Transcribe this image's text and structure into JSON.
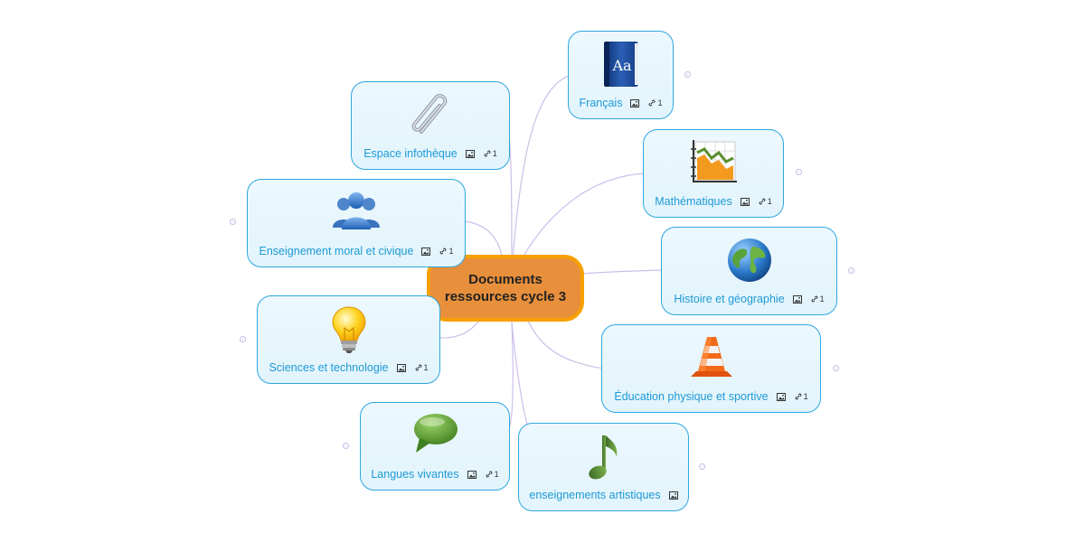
{
  "root": {
    "title": "Documents\nressources cycle 3"
  },
  "topics": [
    {
      "id": "francais",
      "label": "Français",
      "icon": "book-icon",
      "has_image": true,
      "link_count": "1"
    },
    {
      "id": "espace-infotheque",
      "label": "Espace infothèque",
      "icon": "paperclip-icon",
      "has_image": true,
      "link_count": "1"
    },
    {
      "id": "mathematiques",
      "label": "Mathématiques",
      "icon": "chart-icon",
      "has_image": true,
      "link_count": "1"
    },
    {
      "id": "emc",
      "label": "Enseignement moral et civique",
      "icon": "people-icon",
      "has_image": true,
      "link_count": "1"
    },
    {
      "id": "histoire-geo",
      "label": "Histoire et géographie",
      "icon": "globe-icon",
      "has_image": true,
      "link_count": "1"
    },
    {
      "id": "sciences",
      "label": "Sciences et technologie",
      "icon": "lightbulb-icon",
      "has_image": true,
      "link_count": "1"
    },
    {
      "id": "eps",
      "label": "Éducation physique et sportive",
      "icon": "traffic-cone-icon",
      "has_image": true,
      "link_count": "1"
    },
    {
      "id": "langues",
      "label": "Langues vivantes",
      "icon": "speech-bubble-icon",
      "has_image": true,
      "link_count": "1"
    },
    {
      "id": "arts",
      "label": "enseignements artistiques",
      "icon": "music-note-icon",
      "has_image": true,
      "link_count": null
    }
  ],
  "colors": {
    "root_fill": "#e88f3c",
    "root_border": "#f7a000",
    "node_border": "#2ea7e0",
    "node_text": "#1e9ad6",
    "connector": "#cdbfea"
  }
}
